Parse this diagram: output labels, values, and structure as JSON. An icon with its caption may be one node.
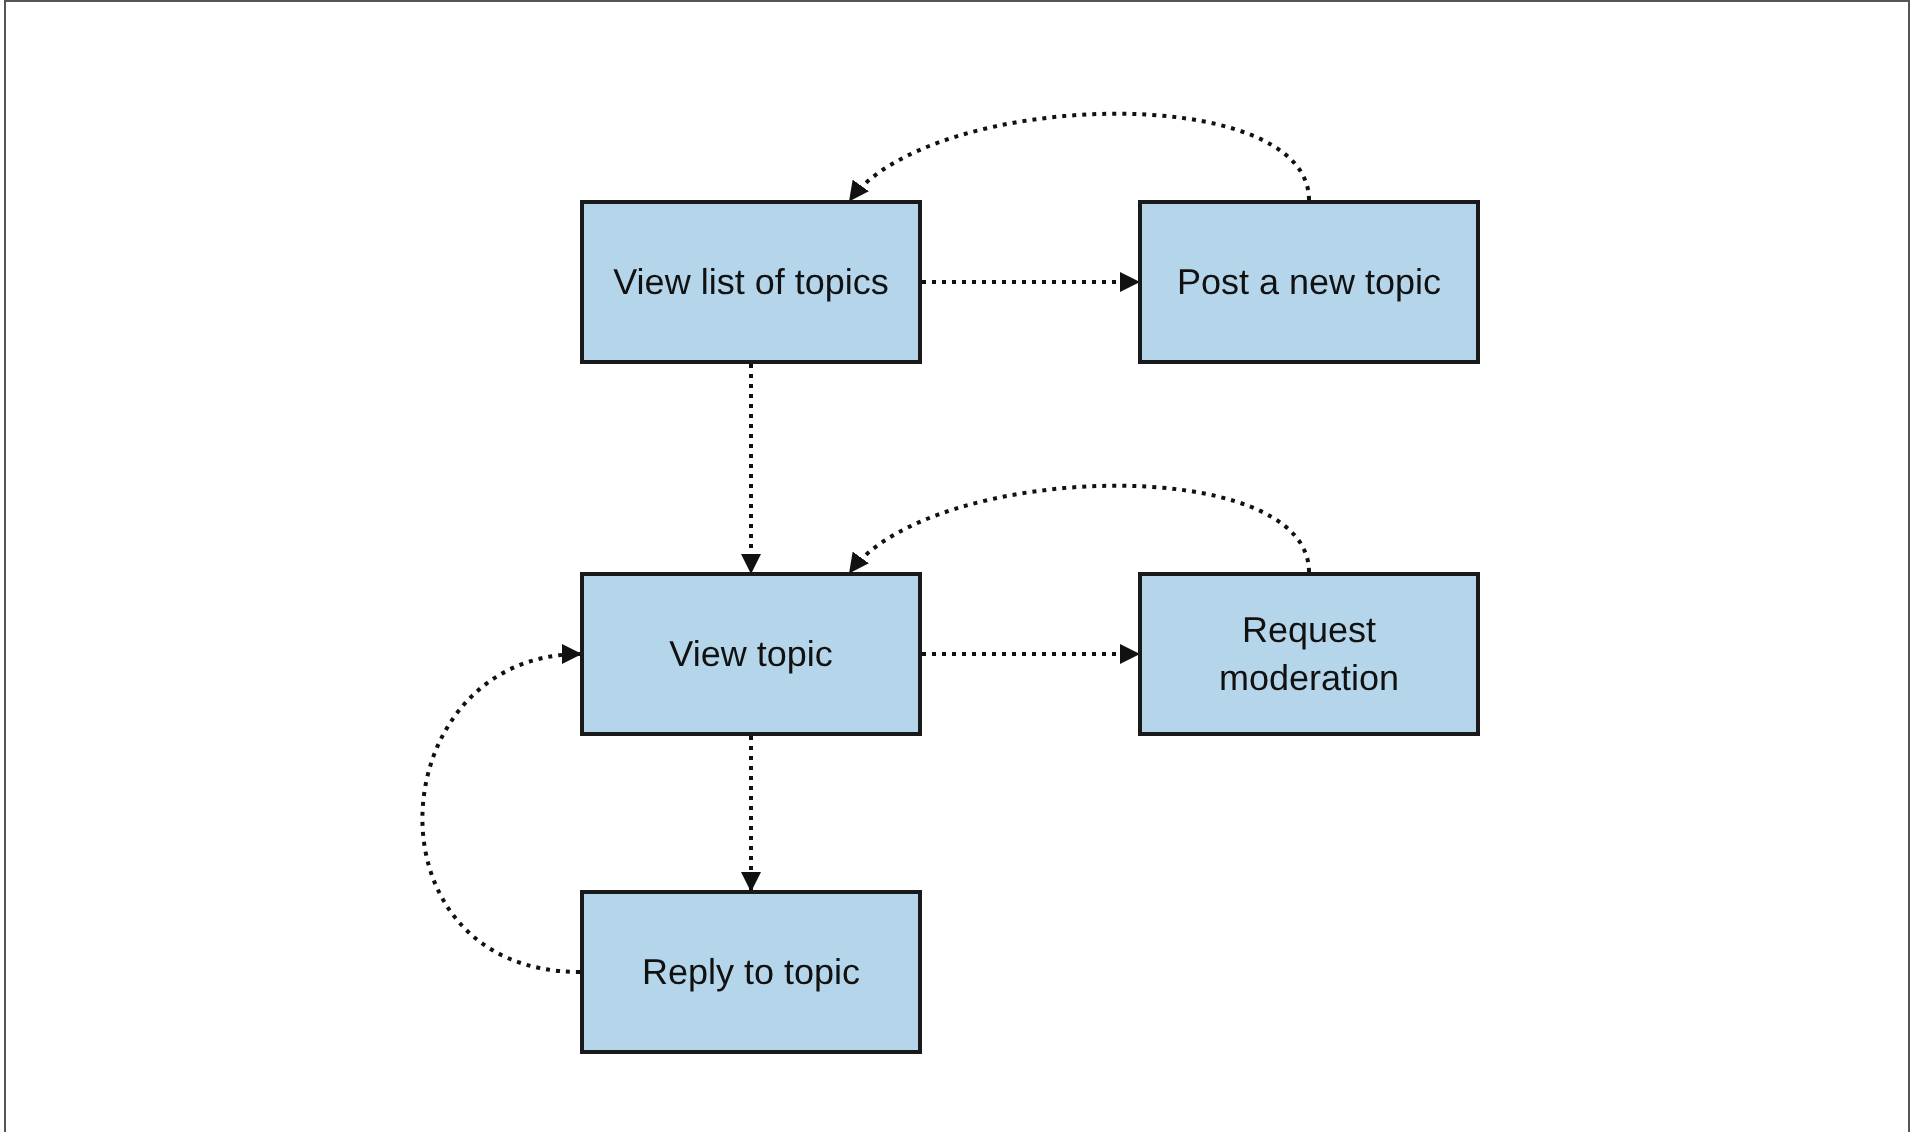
{
  "diagram": {
    "nodes": [
      {
        "text": [
          "View list of topics"
        ]
      },
      {
        "text": [
          "Post a new topic"
        ]
      },
      {
        "text": [
          "View topic"
        ]
      },
      {
        "text": [
          "Request moderation"
        ]
      },
      {
        "text": [
          "Reply to topic"
        ]
      }
    ],
    "edges": [
      {
        "from": 0,
        "to": 1,
        "arrow": "to"
      },
      {
        "from": 1,
        "to": 0,
        "arrow": "to"
      },
      {
        "from": 0,
        "to": 2,
        "arrow": "to"
      },
      {
        "from": 2,
        "to": 3,
        "arrow": "to"
      },
      {
        "from": 3,
        "to": 2,
        "arrow": "to"
      },
      {
        "from": 2,
        "to": 4,
        "arrow": "to"
      },
      {
        "from": 4,
        "to": 2,
        "arrow": "to"
      }
    ]
  }
}
